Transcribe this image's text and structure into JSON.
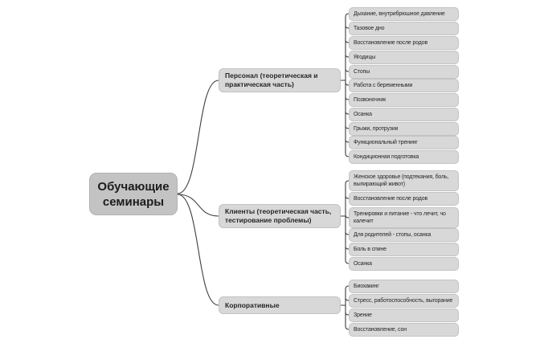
{
  "root": {
    "label": "Обучающие семинары"
  },
  "branches": [
    {
      "label": "Персонал (теоретическая и практическая часть)",
      "children": [
        "Дыхание, внутрибрюшное давление",
        "Тазовое дно",
        "Восстановление после родов",
        "Ягодицы",
        "Стопы",
        "Работа с беременными",
        "Позвоночник",
        "Осанка",
        "Грыжи, протрузии",
        "Функциональный тренинг",
        "Кондиционная подготовка"
      ]
    },
    {
      "label": "Клиенты (теоретическая часть, тестирование проблемы)",
      "children": [
        "Женское здоровье (подтекания, боль, выпирающий живот)",
        "Восстановление после родов",
        "Тренировки и питание - что лечит, чо калечит",
        "Для родителей - стопы, осанка",
        "Боль в спине",
        "Осанка"
      ]
    },
    {
      "label": "Корпоративные",
      "children": [
        "Биохакинг",
        "Стресс, работоспособность, выгорание",
        "Зрение",
        "Восстановление, сон"
      ]
    }
  ],
  "colors": {
    "background": "#ffffff",
    "node_fill": "#d8d8d8",
    "node_border": "#c3c3c3",
    "root_fill": "#c3c3c3",
    "connector": "#3d3d3d",
    "text": "#262626"
  }
}
